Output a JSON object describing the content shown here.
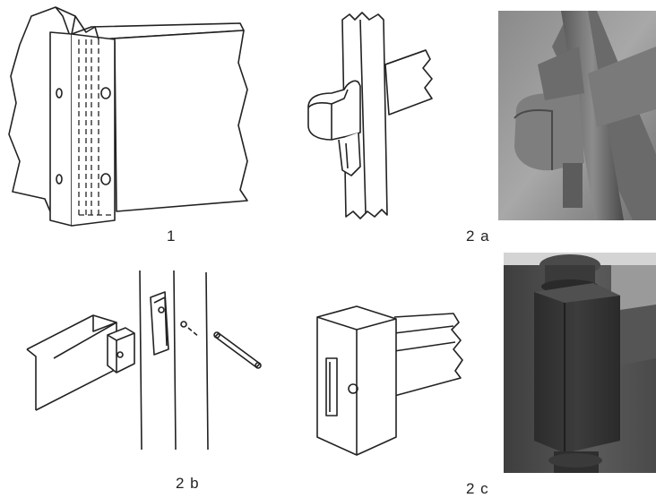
{
  "figure": {
    "captions": {
      "fig1": "1",
      "fig2a": "2 a",
      "fig2b": "2 b",
      "fig2c": "2 c"
    }
  }
}
